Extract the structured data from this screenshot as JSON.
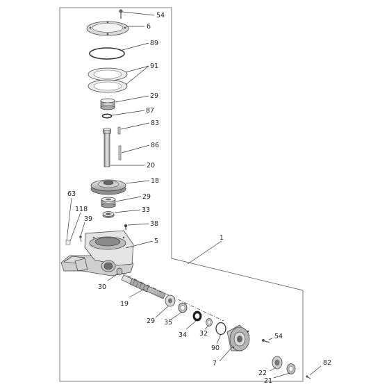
{
  "callouts": [
    {
      "id": "c54a",
      "text": "54"
    },
    {
      "id": "c6",
      "text": "6"
    },
    {
      "id": "c89",
      "text": "89"
    },
    {
      "id": "c91",
      "text": "91"
    },
    {
      "id": "c29a",
      "text": "29"
    },
    {
      "id": "c87",
      "text": "87"
    },
    {
      "id": "c83",
      "text": "83"
    },
    {
      "id": "c86",
      "text": "86"
    },
    {
      "id": "c20",
      "text": "20"
    },
    {
      "id": "c18",
      "text": "18"
    },
    {
      "id": "c29b",
      "text": "29"
    },
    {
      "id": "c33",
      "text": "33"
    },
    {
      "id": "c38",
      "text": "38"
    },
    {
      "id": "c63",
      "text": "63"
    },
    {
      "id": "c118",
      "text": "118"
    },
    {
      "id": "c39",
      "text": "39"
    },
    {
      "id": "c5",
      "text": "5"
    },
    {
      "id": "c1",
      "text": "1"
    },
    {
      "id": "c30",
      "text": "30"
    },
    {
      "id": "c19",
      "text": "19"
    },
    {
      "id": "c29c",
      "text": "29"
    },
    {
      "id": "c35",
      "text": "35"
    },
    {
      "id": "c34",
      "text": "34"
    },
    {
      "id": "c32",
      "text": "32"
    },
    {
      "id": "c90",
      "text": "90"
    },
    {
      "id": "c54b",
      "text": "54"
    },
    {
      "id": "c7",
      "text": "7"
    },
    {
      "id": "c82",
      "text": "82"
    },
    {
      "id": "c22",
      "text": "22"
    },
    {
      "id": "c21",
      "text": "21"
    }
  ]
}
